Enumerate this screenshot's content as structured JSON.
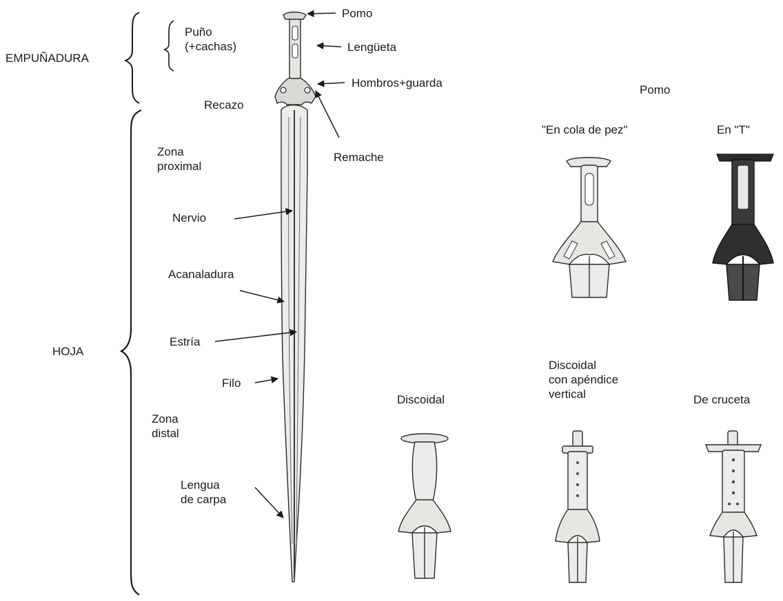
{
  "diagram": {
    "regions": {
      "empunadura": "EMPUÑADURA",
      "hoja": "HOJA"
    },
    "parts": {
      "pomo": "Pomo",
      "puno_line1": "Puño",
      "puno_line2": "(+cachas)",
      "lengueta": "Lengüeta",
      "hombros": "Hombros+guarda",
      "recazo": "Recazo",
      "remache": "Remache",
      "zona_proximal_line1": "Zona",
      "zona_proximal_line2": "proximal",
      "nervio": "Nervio",
      "acanaladura": "Acanaladura",
      "estria": "Estría",
      "filo": "Filo",
      "zona_distal_line1": "Zona",
      "zona_distal_line2": "distal",
      "lengua_line1": "Lengua",
      "lengua_line2": "de carpa"
    },
    "pommel_types": {
      "heading": "Pomo",
      "cola_pez": "\"En cola de pez\"",
      "en_t": "En \"T\"",
      "discoidal": "Discoidal",
      "apendice_line1": "Discoidal",
      "apendice_line2": "con apéndice",
      "apendice_line3": "vertical",
      "cruceta": "De cruceta"
    }
  }
}
